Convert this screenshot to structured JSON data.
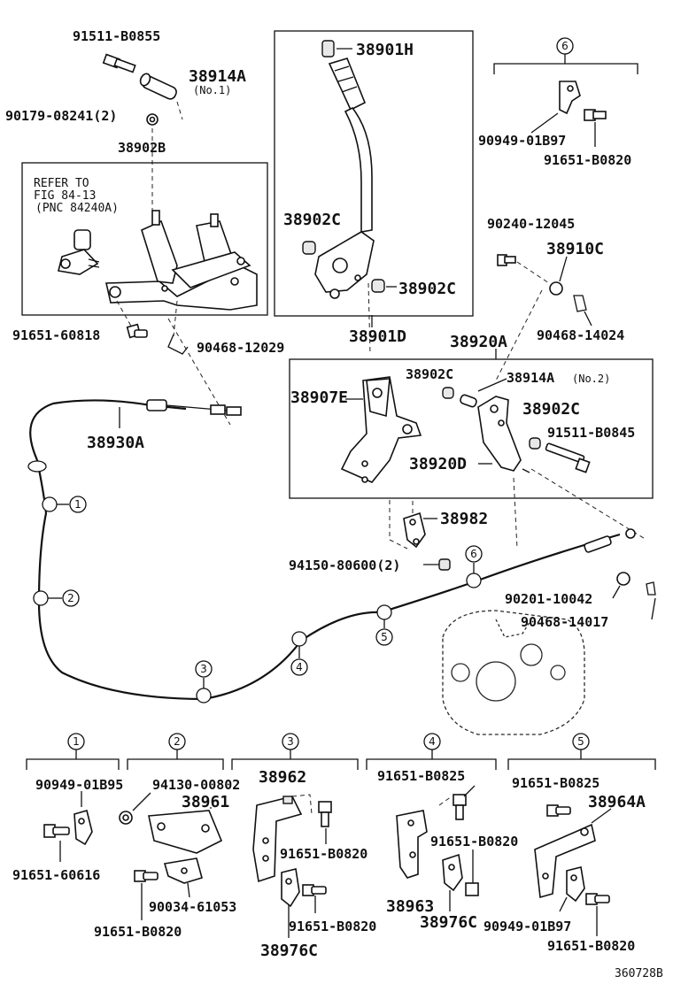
{
  "labels": {
    "p91511_B0855": "91511-B0855",
    "p38914A_1": "38914A",
    "p38914A_1_note": "(No.1)",
    "p90179": "90179-08241(2)",
    "p38902B": "38902B",
    "ref_line1": "REFER TO",
    "ref_line2": "FIG 84-13",
    "ref_line3": "(PNC 84240A)",
    "p91651_60818": "91651-60818",
    "p90468_12029": "90468-12029",
    "p38901H": "38901H",
    "p38902C_a": "38902C",
    "p38902C_b": "38902C",
    "p38901D": "38901D",
    "group6_top": "6",
    "p90949_01B97_top": "90949-01B97",
    "p91651_B0820_top": "91651-B0820",
    "p90240_12045": "90240-12045",
    "p38910C": "38910C",
    "p90468_14024": "90468-14024",
    "p38920A": "38920A",
    "p38907E": "38907E",
    "p38902C_c": "38902C",
    "p38914A_2": "38914A",
    "p38914A_2_note": "(No.2)",
    "p38902C_d": "38902C",
    "p91511_B0845": "91511-B0845",
    "p38920D": "38920D",
    "p38930A": "38930A",
    "p38982": "38982",
    "p94150": "94150-80600(2)",
    "p90201": "90201-10042",
    "p90468_14017": "90468-14017",
    "c1": "1",
    "c2": "2",
    "c3": "3",
    "c4": "4",
    "c5": "5",
    "c6": "6",
    "g1": "1",
    "g2": "2",
    "g3": "3",
    "g4": "4",
    "g5": "5",
    "p90949_01B95": "90949-01B95",
    "p91651_60616": "91651-60616",
    "p94130": "94130-00802",
    "p38961": "38961",
    "p90034": "90034-61053",
    "p91651_B0820_g2": "91651-B0820",
    "p38962": "38962",
    "p91651_B0820_g3a": "91651-B0820",
    "p91651_B0820_g3b": "91651-B0820",
    "p38976C_g3": "38976C",
    "p91651_B0825_g4": "91651-B0825",
    "p91651_B0820_g4": "91651-B0820",
    "p38963": "38963",
    "p38976C_g4": "38976C",
    "p91651_B0825_g5": "91651-B0825",
    "p38964A": "38964A",
    "p90949_01B97_g5": "90949-01B97",
    "p91651_B0820_g5": "91651-B0820",
    "figure_id": "360728B"
  }
}
